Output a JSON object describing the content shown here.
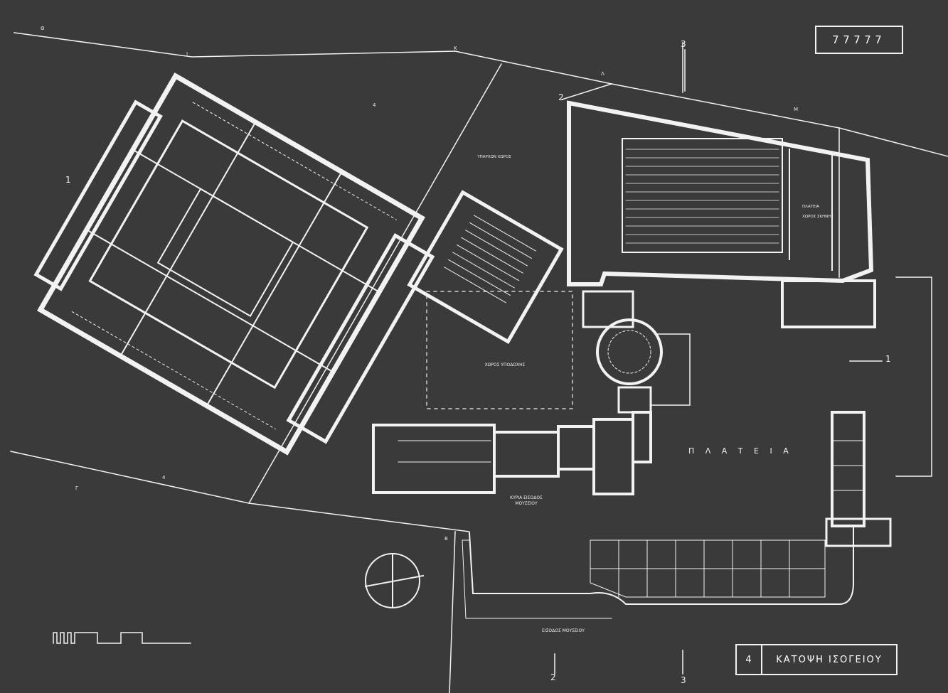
{
  "stamp": "77777",
  "title": {
    "number": "4",
    "text": "ΚΑΤΟΨΗ ΙΣΟΓΕΙΟΥ"
  },
  "labels": {
    "plateia": "Π Λ Α Τ Ε Ι Α",
    "main_entrance_1": "ΚΥΡΙΑ ΕΙΣΟΔΟΣ",
    "main_entrance_2": "ΜΟΥΣΕΙΟΥ",
    "museum_entrance": "ΕΙΣΟΔΟΣ ΜΟΥΣΕΙΟΥ",
    "reception_1": "ΧΩΡΟΣ ΥΠΟΔΟΧΗΣ",
    "existing_1": "ΥΠΑΡΧΩΝ ΧΩΡΟΣ",
    "theatre": "ΠΛΑΤΕΙΑ",
    "stage": "ΧΩΡΟΣ ΣΚΗΝΗΣ"
  },
  "axes": {
    "top_2": "2",
    "top_3": "3",
    "bottom_2": "2",
    "bottom_3": "3",
    "right_1": "1",
    "left_1": "1",
    "grid_theta": "Θ",
    "grid_i": "Ι",
    "grid_k": "Κ",
    "grid_l": "Λ",
    "grid_m": "Μ",
    "grid_g": "Γ",
    "grid_b": "Β",
    "grid_4a": "4",
    "grid_4b": "4"
  }
}
